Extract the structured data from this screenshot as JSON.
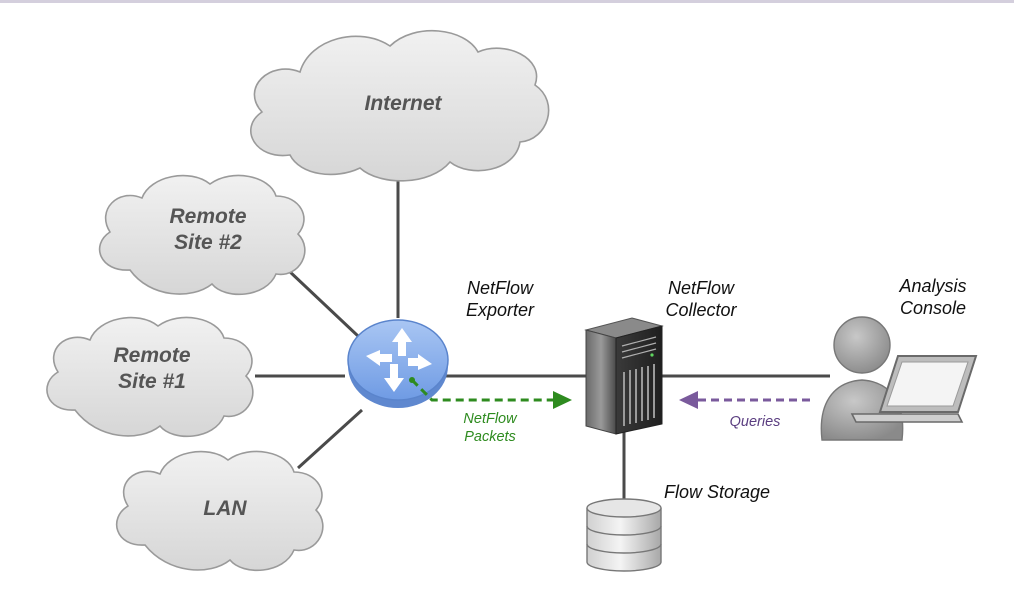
{
  "diagram": {
    "clouds": {
      "internet": "Internet",
      "remote2_line1": "Remote",
      "remote2_line2": "Site #2",
      "remote1_line1": "Remote",
      "remote1_line2": "Site #1",
      "lan": "LAN"
    },
    "nodes": {
      "exporter_line1": "NetFlow",
      "exporter_line2": "Exporter",
      "collector_line1": "NetFlow",
      "collector_line2": "Collector",
      "console_line1": "Analysis",
      "console_line2": "Console",
      "storage": "Flow Storage"
    },
    "flows": {
      "packets_line1": "NetFlow",
      "packets_line2": "Packets",
      "queries": "Queries"
    },
    "colors": {
      "cloud_fill": "#e7e7e7",
      "cloud_stroke": "#9a9a9a",
      "link": "#4a4a4a",
      "router": "#8fb4ee",
      "packets_arrow": "#2e8b1f",
      "queries_arrow": "#7a5a9c"
    },
    "icons": {
      "router": "router-icon",
      "server": "server-icon",
      "database": "database-icon",
      "user": "user-icon",
      "laptop": "laptop-icon"
    }
  }
}
